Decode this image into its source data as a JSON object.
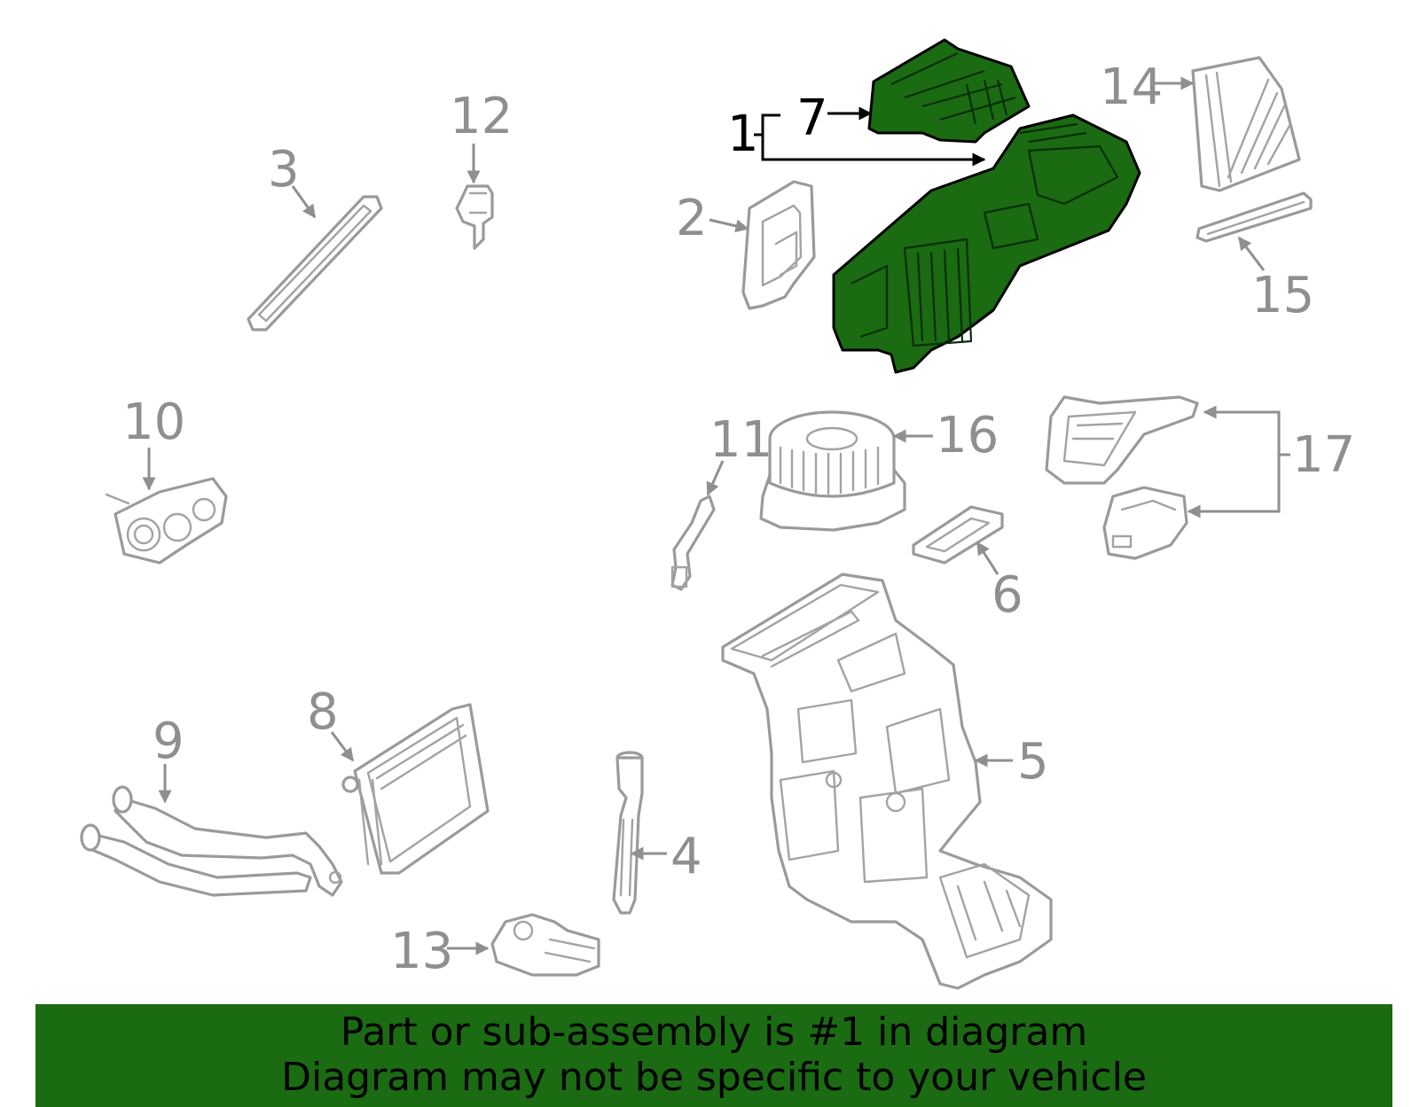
{
  "diagram": {
    "highlight_color": "#1a6b12",
    "callouts": [
      {
        "id": "c1",
        "label": "1",
        "highlighted": true
      },
      {
        "id": "c2",
        "label": "2"
      },
      {
        "id": "c3",
        "label": "3"
      },
      {
        "id": "c4",
        "label": "4"
      },
      {
        "id": "c5",
        "label": "5"
      },
      {
        "id": "c6",
        "label": "6"
      },
      {
        "id": "c7",
        "label": "7",
        "highlighted": true
      },
      {
        "id": "c8",
        "label": "8"
      },
      {
        "id": "c9",
        "label": "9"
      },
      {
        "id": "c10",
        "label": "10"
      },
      {
        "id": "c11",
        "label": "11"
      },
      {
        "id": "c12",
        "label": "12"
      },
      {
        "id": "c13",
        "label": "13"
      },
      {
        "id": "c14",
        "label": "14"
      },
      {
        "id": "c15",
        "label": "15"
      },
      {
        "id": "c16",
        "label": "16"
      },
      {
        "id": "c17",
        "label": "17"
      }
    ]
  },
  "footer": {
    "line1": "Part or sub-assembly is #1 in diagram",
    "line2": "Diagram may not be specific to your vehicle"
  }
}
